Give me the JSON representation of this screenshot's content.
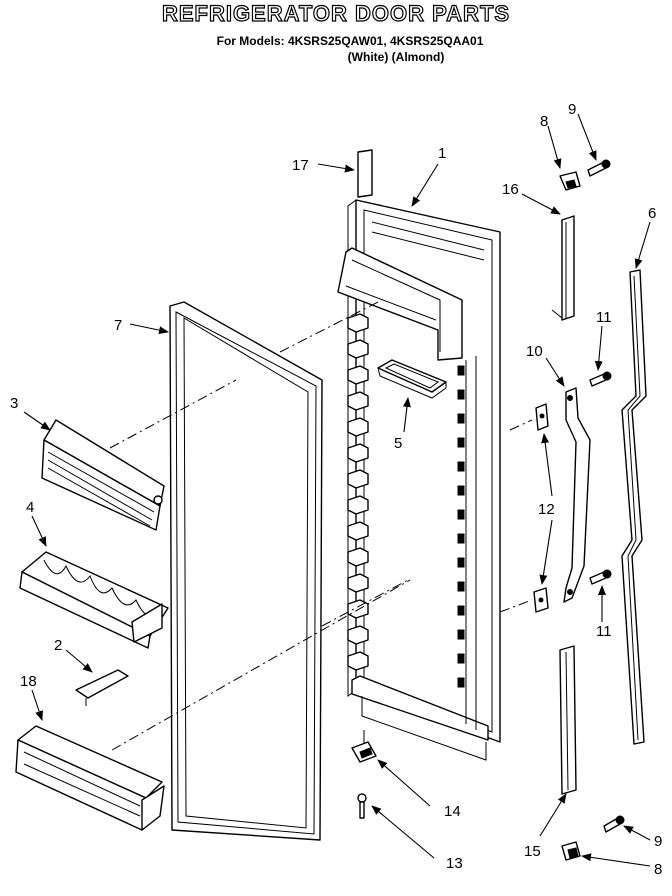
{
  "header": {
    "title": "REFRIGERATOR DOOR PARTS",
    "models_line": "For Models: 4KSRS25QAW01, 4KSRS25QAA01",
    "colors_line": "(White)   (Almond)"
  },
  "callouts": {
    "c1": "1",
    "c2": "2",
    "c3": "3",
    "c4": "4",
    "c5": "5",
    "c6": "6",
    "c7": "7",
    "c8a": "8",
    "c8b": "8",
    "c9a": "9",
    "c9b": "9",
    "c10": "10",
    "c11a": "11",
    "c11b": "11",
    "c12": "12",
    "c13": "13",
    "c14": "14",
    "c15": "15",
    "c16": "16",
    "c17": "17",
    "c18": "18"
  }
}
